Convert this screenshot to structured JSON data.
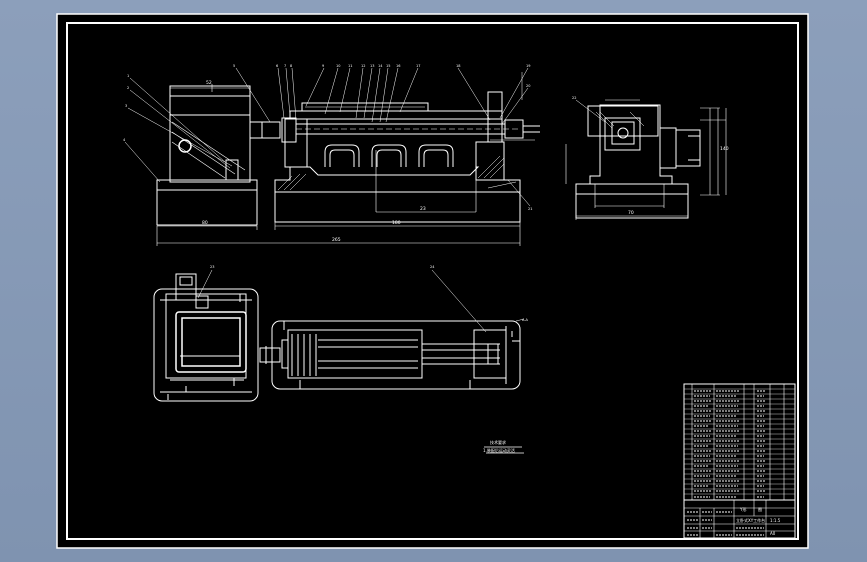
{
  "drawing": {
    "background": "#000000",
    "line_color": "#ffffff",
    "canvas_color": "#8c9fbb",
    "dimensions": {
      "front_w1": "80",
      "front_w2": "180",
      "front_total": "265",
      "front_top": "52",
      "front_inner": "23",
      "side_w": "70",
      "side_total": "140"
    },
    "title_block": {
      "cell_1": "Y形",
      "cell_2": "图",
      "cell_3": "立卧式XY工作台",
      "cell_4": "1:1.5",
      "cell_5": "A0"
    },
    "tech_note": {
      "line1": "技术要求",
      "line2": "1.装配后运动灵活"
    }
  }
}
